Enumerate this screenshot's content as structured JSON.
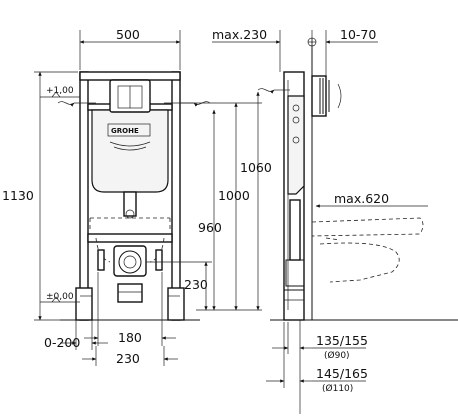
{
  "dimensions": {
    "frame_width": "500",
    "depth_max": "max.230",
    "wall_offset": "10-70",
    "plus_one": "+1,00",
    "plus_zero": "±0,00",
    "total_height": "1130",
    "height_1060": "1060",
    "height_1000": "1000",
    "height_960": "960",
    "bowl_max": "max.620",
    "height_230": "230",
    "spacing_180": "180",
    "spacing_230": "230",
    "base_offset": "0-200",
    "pipe_1": "135/155",
    "pipe_1_diam": "(Ø90)",
    "pipe_2": "145/165",
    "pipe_2_diam": "(Ø110)"
  },
  "brand": "GROHE"
}
